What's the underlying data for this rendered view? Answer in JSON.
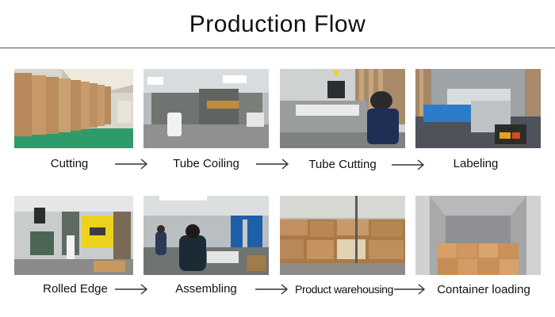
{
  "title": "Production Flow",
  "steps": [
    {
      "label": "Cutting",
      "icon": "paper-rolls-photo"
    },
    {
      "label": "Tube Coiling",
      "icon": "tube-coiling-machine-photo"
    },
    {
      "label": "Tube Cutting",
      "icon": "tube-cutting-machine-photo"
    },
    {
      "label": "Labeling",
      "icon": "labeling-machine-photo"
    },
    {
      "label": "Rolled Edge",
      "icon": "rolled-edge-machine-photo"
    },
    {
      "label": "Assembling",
      "icon": "assembling-workshop-photo"
    },
    {
      "label": "Product warehousing",
      "icon": "warehouse-boxes-photo"
    },
    {
      "label": "Container loading",
      "icon": "container-loading-photo"
    }
  ],
  "colors": {
    "text": "#111111",
    "arrow": "#333333",
    "rule": "#555555"
  }
}
